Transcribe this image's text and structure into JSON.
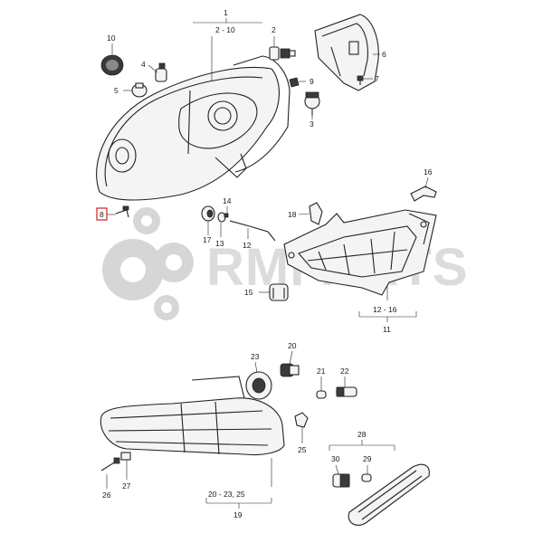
{
  "watermark": {
    "text": "RMPARTS"
  },
  "labels": {
    "group_1": "1",
    "group_1_range": "2 - 10",
    "p2": "2",
    "p3": "3",
    "p4": "4",
    "p5": "5",
    "p6": "6",
    "p7": "7",
    "p8": "8",
    "p9": "9",
    "p10": "10",
    "group_11": "11",
    "group_11_range": "12 - 16",
    "p12": "12",
    "p13": "13",
    "p14": "14",
    "p15": "15",
    "p16": "16",
    "p17": "17",
    "p18": "18",
    "group_19": "19",
    "group_19_range": "20 - 23, 25",
    "p20": "20",
    "p21": "21",
    "p22": "22",
    "p23": "23",
    "p25": "25",
    "p26": "26",
    "p27": "27",
    "group_28": "28",
    "p29": "29",
    "p30": "30"
  },
  "highlight": {
    "color": "#d21f2a",
    "part": "8"
  },
  "colors": {
    "line": "#222222",
    "watermark": "#d6d6d6"
  }
}
